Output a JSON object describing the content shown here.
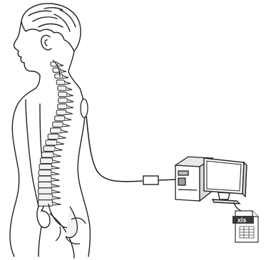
{
  "figure": {
    "file_icon": {
      "label": "xls",
      "label_color": "#ffffff",
      "banner_color": "#3a3a3a"
    },
    "colors": {
      "outline": "#222222",
      "background": "#ffffff",
      "monitor_screen": "#ffffff",
      "spine_fill": "#f2f2f2"
    },
    "elements": [
      "human-figure",
      "spine",
      "sensor",
      "cable",
      "connector",
      "computer-tower",
      "monitor",
      "spreadsheet-file-icon"
    ]
  }
}
